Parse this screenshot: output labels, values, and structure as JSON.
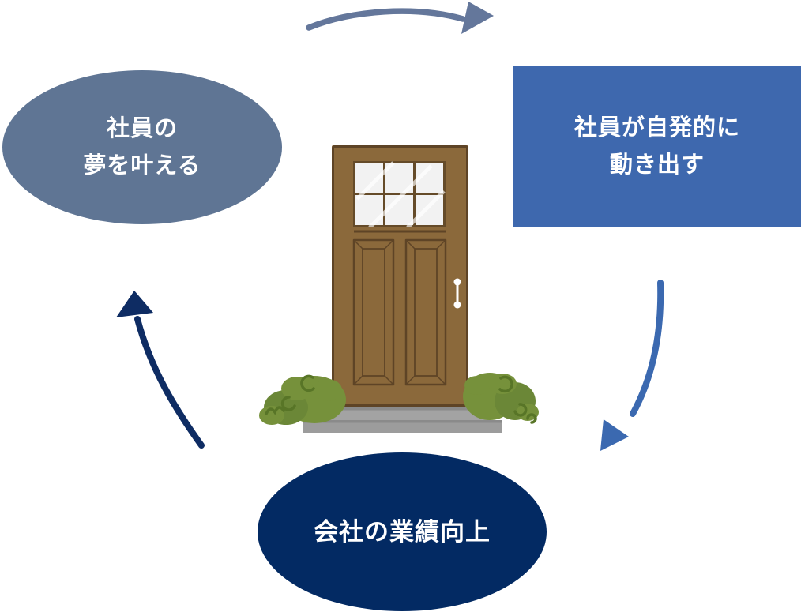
{
  "diagram": {
    "nodes": [
      {
        "id": "employee-dream",
        "shape": "ellipse",
        "color": "#5F7594",
        "text_color": "#FFFFFF",
        "label_lines": [
          "社員の",
          "夢を叶える"
        ]
      },
      {
        "id": "employee-proactive",
        "shape": "rectangle",
        "color": "#3E68AE",
        "text_color": "#FFFFFF",
        "label_lines": [
          "社員が自発的に",
          "動き出す"
        ]
      },
      {
        "id": "company-performance",
        "shape": "ellipse",
        "color": "#032A63",
        "text_color": "#FFFFFF",
        "label_lines": [
          "会社の業績向上"
        ]
      }
    ],
    "arrows": [
      {
        "id": "dream-to-proactive",
        "color": "#64779B"
      },
      {
        "id": "proactive-to-performance",
        "color": "#3B69B0"
      },
      {
        "id": "performance-to-dream",
        "color": "#0E2C63"
      }
    ],
    "illustration": {
      "name": "door-with-bushes",
      "door_color": "#8B693B",
      "door_outline_color": "#5E4426",
      "window_frame_color": "#654B29",
      "pane_color": "#F2F2F2",
      "step_top_color": "#A3A3A3",
      "step_bottom_color": "#9C9C9C",
      "step_edge_color": "#8A8A8A",
      "bush_color": "#76913B",
      "bush_dark_color": "#6B8737",
      "bush_curl_color": "#587527",
      "handle_color": "#FFFFFF"
    }
  }
}
